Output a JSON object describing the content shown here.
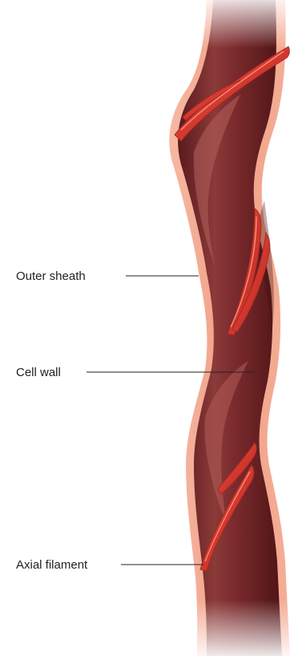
{
  "diagram": {
    "subject": "spirochete-cross-section",
    "labels": {
      "outer_sheath": "Outer sheath",
      "cell_wall": "Cell wall",
      "axial_filament": "Axial filament"
    },
    "colors": {
      "outer_sheath": "#f2a48c",
      "cell_body": "#7a2a2c",
      "cell_body_highlight": "#a85654",
      "axial_filament": "#d4382e",
      "axial_filament_highlight": "#f06a55",
      "label_text": "#222222"
    }
  }
}
